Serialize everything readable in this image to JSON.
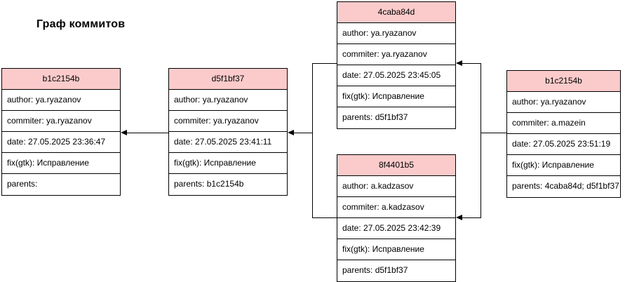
{
  "title": "Граф коммитов",
  "colors": {
    "background": "#ffffff",
    "node_header_fill": "#fbcbcb",
    "node_border": "#000000",
    "edge": "#000000"
  },
  "commits": [
    {
      "hash": "b1c2154b",
      "author": "author: ya.ryazanov",
      "commiter": "commiter: ya.ryazanov",
      "date": "date: 27.05.2025 23:36:47",
      "message": "fix(gtk): Исправление",
      "parents": "parents:"
    },
    {
      "hash": "d5f1bf37",
      "author": "author: ya.ryazanov",
      "commiter": "commiter: ya.ryazanov",
      "date": "date: 27.05.2025 23:41:11",
      "message": "fix(gtk): Исправление",
      "parents": "parents: b1c2154b"
    },
    {
      "hash": "4caba84d",
      "author": "author: ya.ryazanov",
      "commiter": "commiter: ya.ryazanov",
      "date": "date: 27.05.2025 23:45:05",
      "message": "fix(gtk): Исправление",
      "parents": "parents: d5f1bf37"
    },
    {
      "hash": "8f4401b5",
      "author": "author: a.kadzasov",
      "commiter": "commiter: a.kadzasov",
      "date": "date: 27.05.2025 23:42:39",
      "message": "fix(gtk): Исправление",
      "parents": "parents: d5f1bf37"
    },
    {
      "hash": "b1c2154b",
      "author": "author: ya.ryazanov",
      "commiter": "commiter: a.mazein",
      "date": "date: 27.05.2025 23:51:19",
      "message": "fix(gtk): Исправление",
      "parents": "parents: 4caba84d; d5f1bf37"
    }
  ],
  "edges": [
    {
      "from": "d5f1bf37",
      "to": "b1c2154b"
    },
    {
      "from": "4caba84d",
      "to": "d5f1bf37"
    },
    {
      "from": "8f4401b5",
      "to": "d5f1bf37"
    },
    {
      "from": "b1c2154b (merge)",
      "to": "4caba84d"
    },
    {
      "from": "b1c2154b (merge)",
      "to": "8f4401b5"
    }
  ]
}
